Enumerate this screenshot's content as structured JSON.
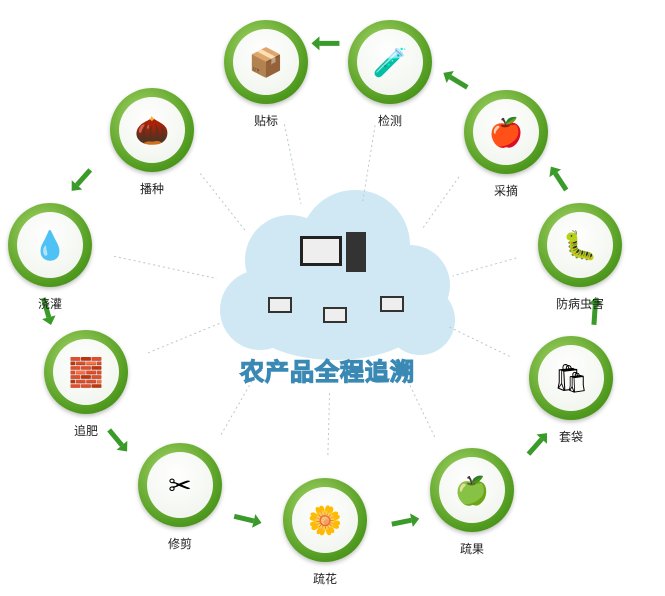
{
  "title": "农产品全程追溯",
  "steps": [
    {
      "label": "贴标",
      "icon": "box-icon",
      "glyph": "📦"
    },
    {
      "label": "检测",
      "icon": "lab-flask-icon",
      "glyph": "🧪"
    },
    {
      "label": "采摘",
      "icon": "fruit-basket-icon",
      "glyph": "🍎"
    },
    {
      "label": "防病虫害",
      "icon": "caterpillar-icon",
      "glyph": "🐛"
    },
    {
      "label": "套袋",
      "icon": "paper-bag-icon",
      "glyph": "🛍"
    },
    {
      "label": "疏果",
      "icon": "green-apple-icon",
      "glyph": "🍏"
    },
    {
      "label": "疏花",
      "icon": "flower-icon",
      "glyph": "🌼"
    },
    {
      "label": "修剪",
      "icon": "scissors-icon",
      "glyph": "✂"
    },
    {
      "label": "追肥",
      "icon": "fertilizer-bags-icon",
      "glyph": "🧱"
    },
    {
      "label": "浇灌",
      "icon": "watering-hose-icon",
      "glyph": "💧"
    },
    {
      "label": "播种",
      "icon": "seed-icon",
      "glyph": "🌰"
    }
  ],
  "colors": {
    "ring": "#4f9a1e",
    "arrow": "#3a9a2a",
    "cloud": "#c9e6f2",
    "title_stroke": "#3a89b4"
  }
}
